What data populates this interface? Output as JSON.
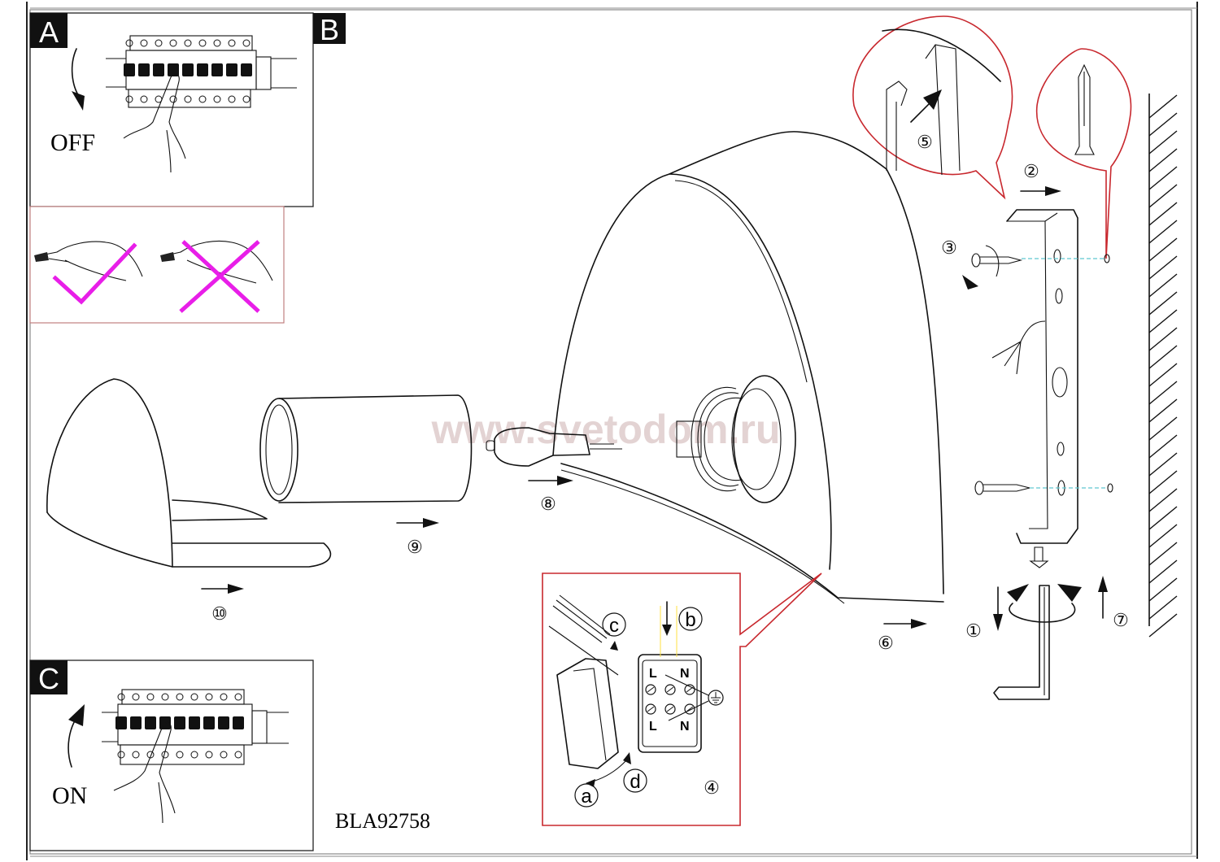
{
  "document": {
    "model_code": "BLA92758",
    "watermark": "www.svetodom.ru"
  },
  "panels": {
    "A": {
      "letter": "A",
      "caption": "OFF"
    },
    "B": {
      "letter": "B"
    },
    "C": {
      "letter": "C",
      "caption": "ON"
    }
  },
  "handling_panel": {
    "correct_mark": "check-mark",
    "wrong_mark": "cross-mark",
    "mark_color": "#e81ee8"
  },
  "steps": [
    {
      "num": "1",
      "label": "①"
    },
    {
      "num": "2",
      "label": "②"
    },
    {
      "num": "3",
      "label": "③"
    },
    {
      "num": "4",
      "label": "④"
    },
    {
      "num": "5",
      "label": "⑤"
    },
    {
      "num": "6",
      "label": "⑥"
    },
    {
      "num": "7",
      "label": "⑦"
    },
    {
      "num": "8",
      "label": "⑧"
    },
    {
      "num": "9",
      "label": "⑨"
    },
    {
      "num": "10",
      "label": "⑩"
    }
  ],
  "wiring_detail": {
    "sub_steps": [
      "a",
      "b",
      "c",
      "d"
    ],
    "terminals_top": [
      "L",
      "N"
    ],
    "terminals_bottom": [
      "L",
      "N"
    ],
    "ground_symbol": "earth-ground"
  },
  "colors": {
    "callout_red": "#c8282e",
    "guide_cyan": "#5fc8d0",
    "watermark": "#e3d3d3"
  }
}
